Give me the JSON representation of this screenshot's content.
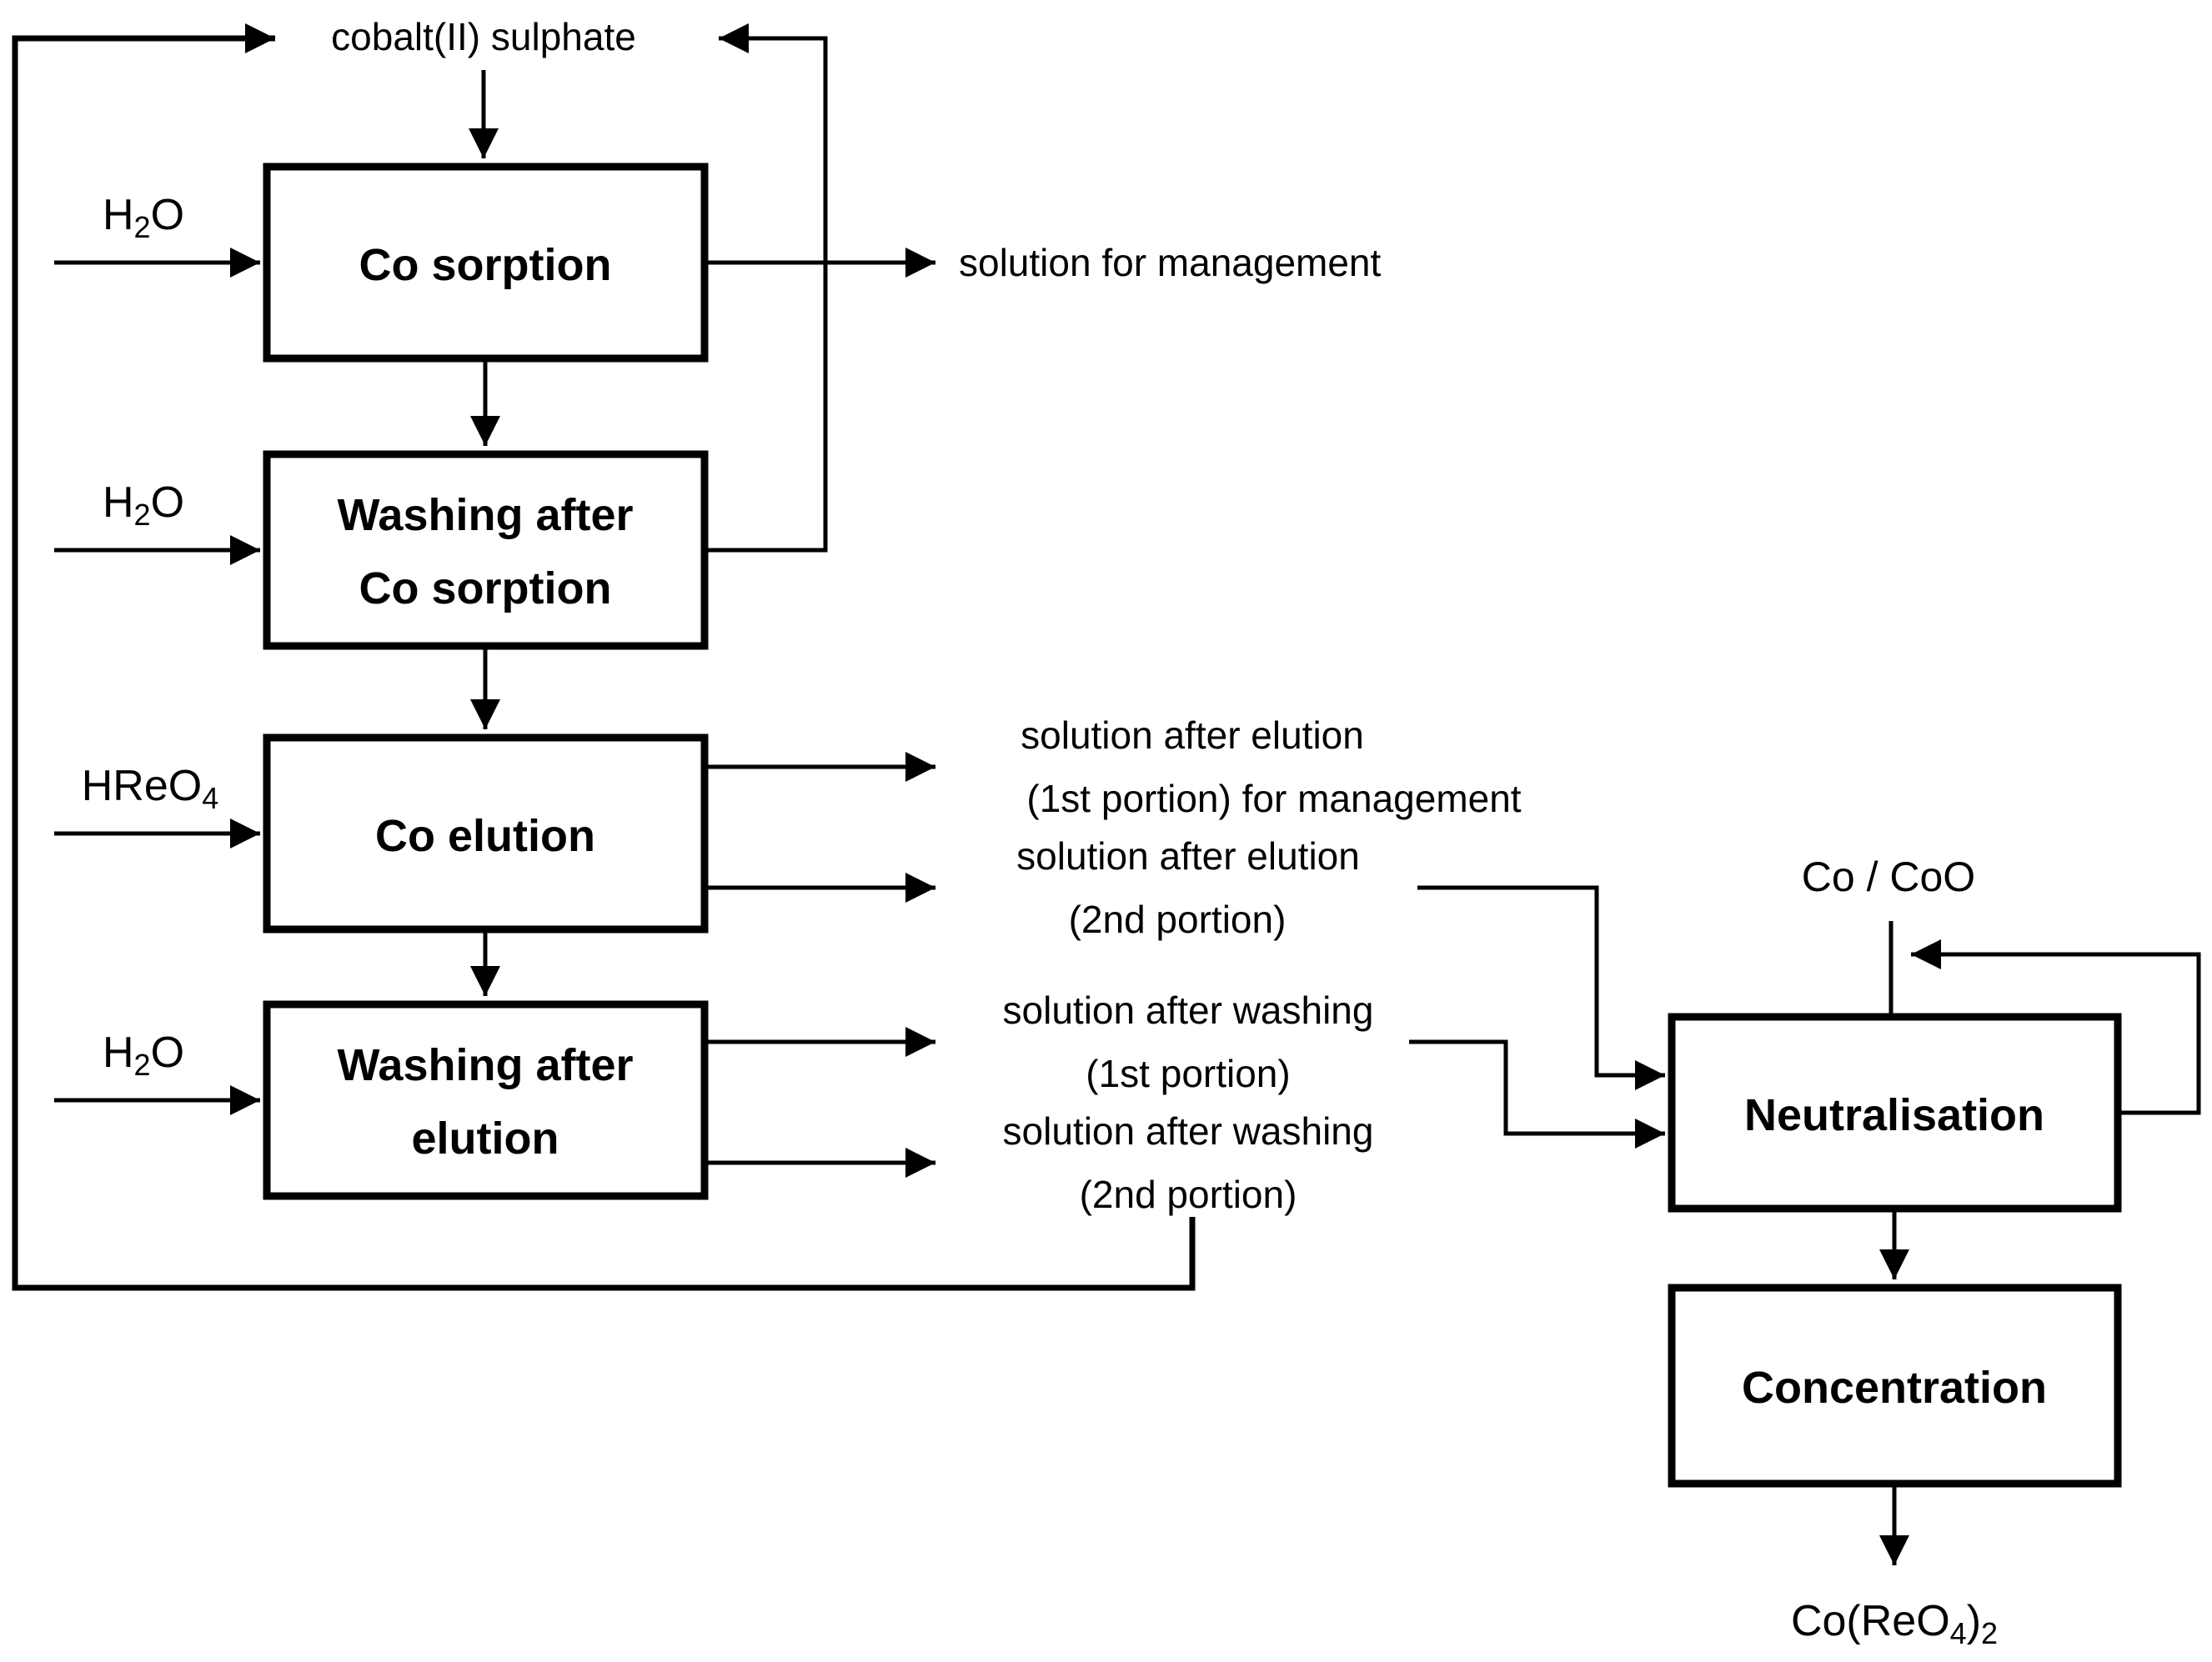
{
  "diagram": {
    "title_hint": "cobalt / rhenium recovery process flowchart",
    "feed": {
      "label": "cobalt(II) sulphate"
    },
    "inputs": {
      "water": {
        "a": "H",
        "sub": "2",
        "b": "O"
      },
      "acid": {
        "a": "HReO",
        "sub": "4"
      },
      "cobalt_oxide": "Co / CoO"
    },
    "boxes": {
      "sorption": "Co sorption",
      "washing_sorption_line1": "Washing after",
      "washing_sorption_line2": "Co sorption",
      "elution": "Co elution",
      "washing_elution_line1": "Washing after",
      "washing_elution_line2": "elution",
      "neutralisation": "Neutralisation",
      "concentration": "Concentration"
    },
    "streams": {
      "management": "solution for management",
      "elution1_line1": "solution after elution",
      "elution1_line2": "(1st portion) for management",
      "elution2_line1": "solution after elution",
      "elution2_line2": "(2nd portion)",
      "washing1_line1": "solution after washing",
      "washing1_line2": "(1st portion)",
      "washing2_line1": "solution after washing",
      "washing2_line2": "(2nd portion)"
    },
    "product": {
      "a": "Co(ReO",
      "sub1": "4",
      "b": ")",
      "sub2": "2"
    }
  }
}
